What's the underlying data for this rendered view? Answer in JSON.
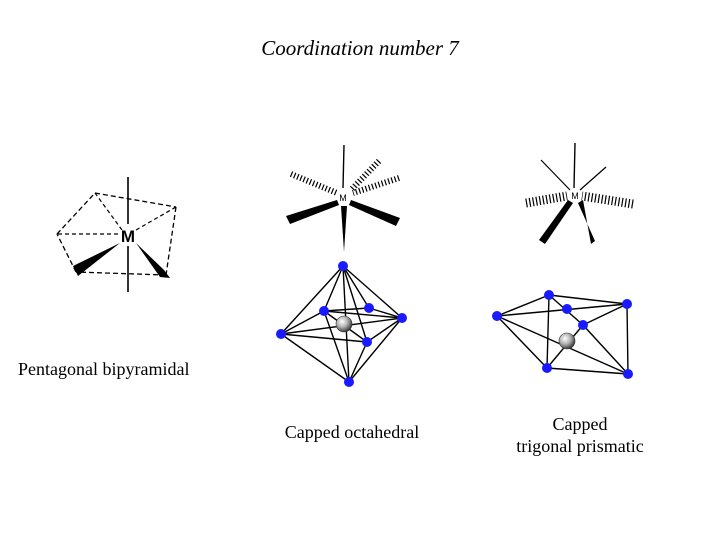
{
  "title": "Coordination number 7",
  "structures": {
    "pentagonal_bipyramidal": {
      "label": "Pentagonal bipyramidal",
      "metal": "M"
    },
    "capped_octahedral": {
      "label": "Capped octahedral",
      "metal": "M"
    },
    "capped_trigonal_prismatic": {
      "label_line1": "Capped",
      "label_line2": "trigonal prismatic",
      "metal": "M"
    }
  },
  "colors": {
    "ligand_atom": "#1a1aff",
    "bonds": "#000000",
    "central_atom": "#8c8c8c"
  }
}
